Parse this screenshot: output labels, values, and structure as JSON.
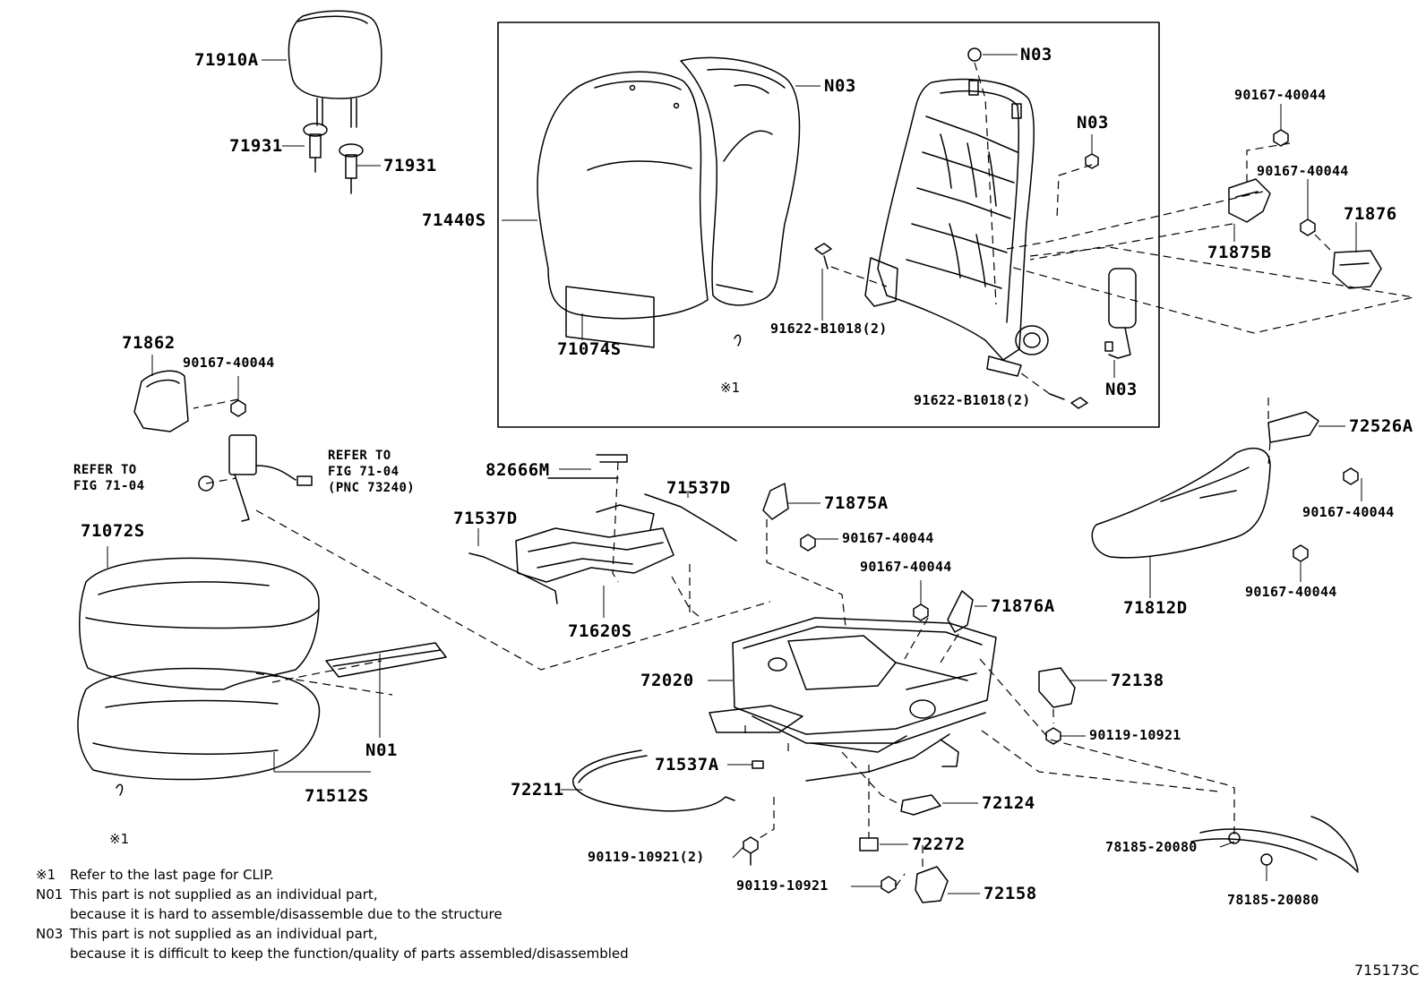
{
  "labels": {
    "headrest": "71910A",
    "headrest_support_l": "71931",
    "headrest_support_r": "71931",
    "back_cover": "71074S",
    "back_pad": "N03",
    "back_assy": "71440S",
    "frame_nut_top": "N03",
    "frame_nut_right": "N03",
    "frame_bolt_left": "91622-B1018(2)",
    "frame_bolt_right": "91622-B1018(2)",
    "side_airbag": "N03",
    "bolt_top_right_1": "90167-40044",
    "bolt_top_right_2": "90167-40044",
    "hinge_cover_b": "71875B",
    "hinge_cover_876": "71876",
    "belt_cover": "71862",
    "belt_cover_bolt": "90167-40044",
    "cushion_cover": "71072S",
    "cushion_pad": "71512S",
    "heater_n01": "N01",
    "spring_hook": "82666M",
    "wire_d_right": "71537D",
    "wire_d_left": "71537D",
    "cushion_spring": "71620S",
    "hinge_cover_875a": "71875A",
    "hinge_cover_875a_bolt": "90167-40044",
    "hinge_cover_876a_bolt": "90167-40044",
    "hinge_cover_876a": "71876A",
    "adjuster": "72020",
    "wire_a": "71537A",
    "release_handle": "72211",
    "lever_cover": "72138",
    "lever_cover_bolt": "90119-10921",
    "cover_72124": "72124",
    "clip_72272": "72272",
    "cover_72158": "72158",
    "bolt_72158": "90119-10921",
    "bolt_front": "90119-10921(2)",
    "knob": "72526A",
    "shield": "71812D",
    "shield_bolt_1": "90167-40044",
    "shield_bolt_2": "90167-40044",
    "clamp_1": "78185-20080",
    "clamp_2": "78185-20080"
  },
  "references": {
    "buckle_ref_left": [
      "REFER TO",
      "FIG 71-04"
    ],
    "buckle_ref_right": [
      "REFER TO",
      "FIG 71-04",
      "(PNC 73240)"
    ]
  },
  "clip_marks": {
    "back": "※1",
    "cushion": "※1"
  },
  "notes": [
    {
      "code": "※1",
      "lines": [
        "Refer to the last page for CLIP."
      ]
    },
    {
      "code": "N01",
      "lines": [
        "This part is not supplied as an individual part,",
        "because it is hard to assemble/disassemble due to the structure"
      ]
    },
    {
      "code": "N03",
      "lines": [
        "This part is not supplied as an individual part,",
        "because it is difficult to keep the function/quality of parts assembled/disassembled"
      ]
    }
  ],
  "figure_id": "715173C"
}
